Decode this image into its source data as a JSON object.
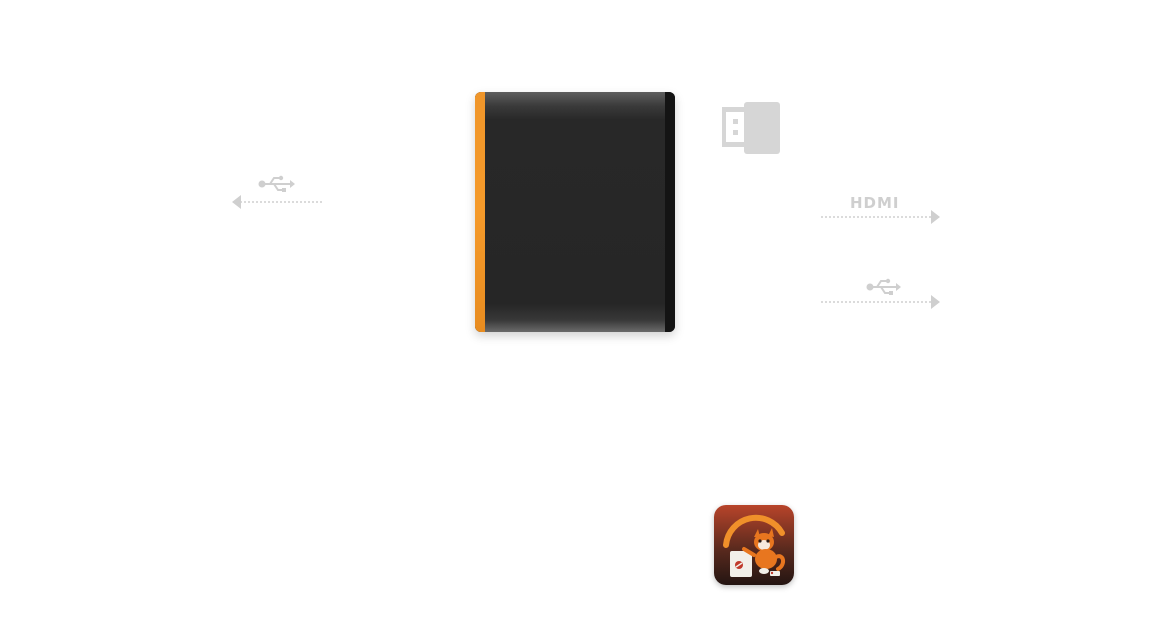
{
  "device": {
    "name": "capture-device",
    "accent_color": "#f59a2a",
    "body_color": "#262626"
  },
  "icons": {
    "usb_stick": "usb-stick-icon",
    "usb_left": "usb-icon",
    "usb_right": "usb-icon",
    "hdmi": "hdmi-icon",
    "app": "app-icon"
  },
  "connections": {
    "left": {
      "label": "",
      "direction": "left"
    },
    "hdmi": {
      "label": "HDMI",
      "direction": "right"
    },
    "usb_right": {
      "label": "",
      "direction": "right"
    }
  },
  "colors": {
    "connector_gray": "#cfcfcf",
    "icon_gray": "#d6d6d6",
    "app_bg": "#3a1f18",
    "app_accent": "#e8761f"
  }
}
